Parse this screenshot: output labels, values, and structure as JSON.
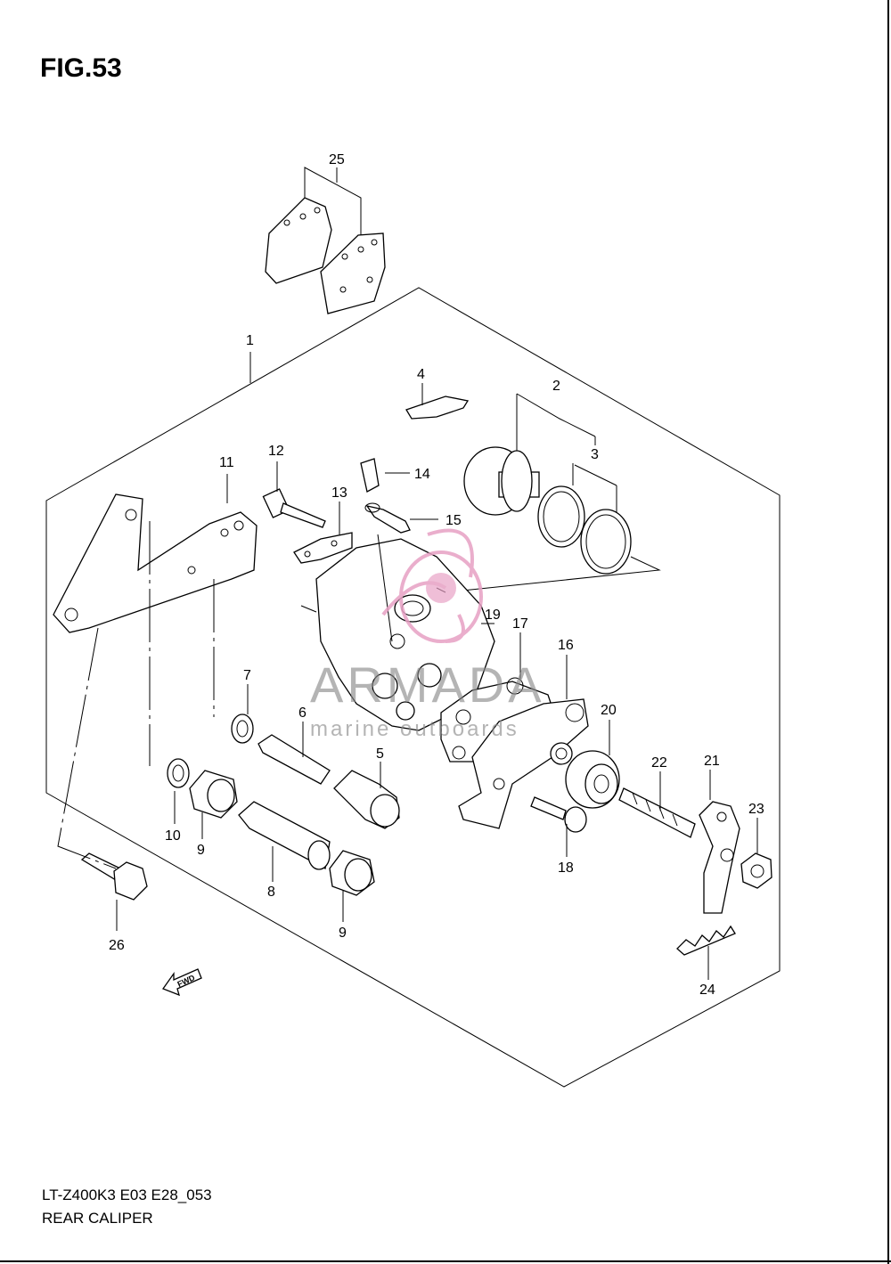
{
  "figure": {
    "title": "FIG.53"
  },
  "footer": {
    "model_code": "LT-Z400K3 E03 E28_053",
    "caption": "REAR CALIPER"
  },
  "watermark": {
    "brand": "ARMADA",
    "tagline": "marine outboards",
    "accent_color": "#e7a0c4"
  },
  "fwd_label": "FWD",
  "callouts": [
    "25",
    "1",
    "4",
    "2",
    "3",
    "11",
    "12",
    "13",
    "14",
    "15",
    "19",
    "17",
    "16",
    "20",
    "7",
    "6",
    "5",
    "22",
    "21",
    "23",
    "10",
    "9",
    "8",
    "9",
    "18",
    "26",
    "24"
  ]
}
